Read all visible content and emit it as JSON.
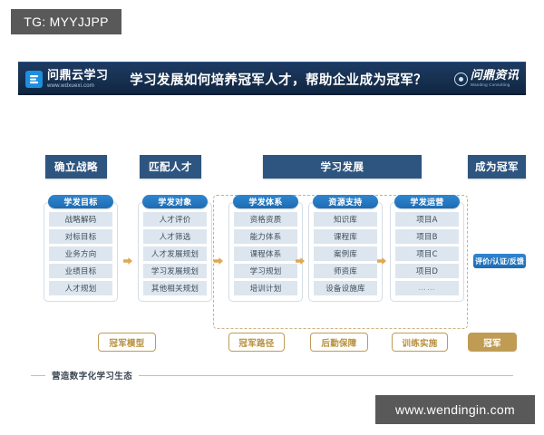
{
  "watermarks": {
    "top": "TG: MYYJJPP",
    "bottom": "www.wendingin.com"
  },
  "banner": {
    "logo_left": {
      "icon": "wdxuexi-logo-icon",
      "name": "问鼎云学习",
      "url": "www.wdxuexi.com"
    },
    "title": "学习发展如何培养冠军人才，帮助企业成为冠军？",
    "logo_right": {
      "icon": "seal-badge-icon",
      "name": "问鼎资讯",
      "subtitle": "Wanding Consulting"
    },
    "bg_color": "#16304f"
  },
  "phases": [
    {
      "label": "确立战略"
    },
    {
      "label": "匹配人才"
    },
    {
      "label": "学习发展"
    },
    {
      "label": "成为冠军"
    }
  ],
  "columns": [
    {
      "header": "学发目标",
      "cells": [
        "战略解码",
        "对标目标",
        "业务方向",
        "业绩目标",
        "人才规划"
      ]
    },
    {
      "header": "学发对象",
      "cells": [
        "人才评价",
        "人才筛选",
        "人才发展规划",
        "学习发展规划",
        "其他相关规划"
      ]
    },
    {
      "header": "学发体系",
      "cells": [
        "资格资质",
        "能力体系",
        "课程体系",
        "学习规划",
        "培训计划"
      ]
    },
    {
      "header": "资源支持",
      "cells": [
        "知识库",
        "课程库",
        "案例库",
        "师资库",
        "设备设施库"
      ]
    },
    {
      "header": "学发运营",
      "cells": [
        "项目A",
        "项目B",
        "项目C",
        "项目D",
        "……"
      ]
    }
  ],
  "arrows": [
    {
      "icon": "arrow-right-icon"
    },
    {
      "icon": "arrow-right-icon"
    },
    {
      "icon": "arrow-right-icon"
    },
    {
      "icon": "arrow-right-icon"
    }
  ],
  "feedback_badge": {
    "label": "评价/认证/反馈"
  },
  "gold_tags": [
    {
      "label": "冠军模型",
      "style": "outline"
    },
    {
      "label": "冠军路径",
      "style": "outline"
    },
    {
      "label": "后勤保障",
      "style": "outline"
    },
    {
      "label": "训练实施",
      "style": "outline"
    },
    {
      "label": "冠军",
      "style": "solid"
    }
  ],
  "footer": {
    "text": "营造数字化学习生态"
  },
  "colors": {
    "banner_blue": "#16304f",
    "phase_blue": "#2e5580",
    "pill_blue": "#1d6cb4",
    "cell_bg": "#dde6ee",
    "gold": "#c09b54",
    "dash_border": "#cbb183"
  }
}
